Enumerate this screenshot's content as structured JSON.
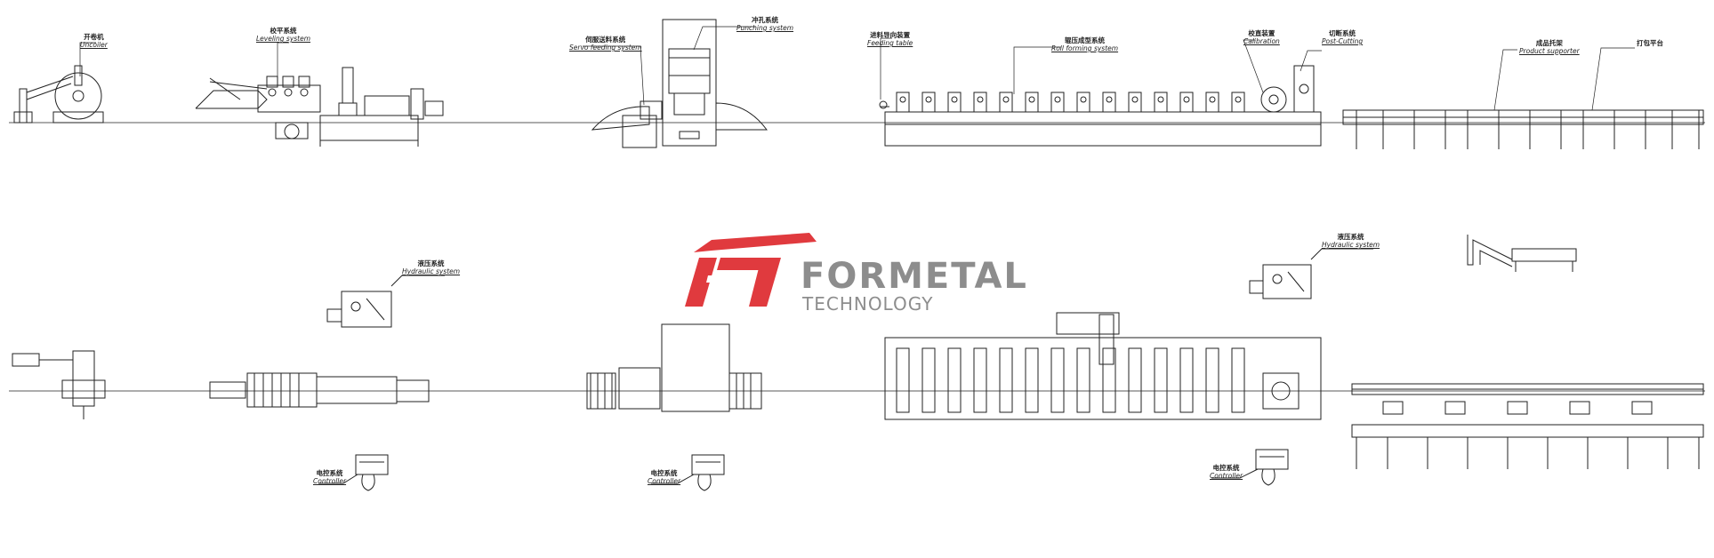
{
  "brand": {
    "name": "FORMETAL",
    "subtitle": "TECHNOLOGY",
    "accent_color": "#e03a3e",
    "text_color": "#8d8d8d"
  },
  "line_color": "#222222",
  "labels": {
    "uncoiler": {
      "cn": "开卷机",
      "en": "Uncoiler"
    },
    "leveling": {
      "cn": "校平系统",
      "en": "Leveling system"
    },
    "servo_feeding": {
      "cn": "伺服送料系统",
      "en": "Servo feeding system"
    },
    "punching": {
      "cn": "冲孔系统",
      "en": "Punching system"
    },
    "feeding_table": {
      "cn": "进料导向装置",
      "en": "Feeding table"
    },
    "roll_forming": {
      "cn": "辊压成型系统",
      "en": "Roll forming system"
    },
    "calibration": {
      "cn": "校直装置",
      "en": "Calibration"
    },
    "post_cutting": {
      "cn": "切断系统",
      "en": "Post-Cutting"
    },
    "product_supporter": {
      "cn": "成品托架",
      "en": "Product supporter"
    },
    "packing_table": {
      "cn": "打包平台",
      "en": ""
    },
    "hydraulic_1": {
      "cn": "液压系统",
      "en": "Hydraulic system"
    },
    "hydraulic_2": {
      "cn": "液压系统",
      "en": "Hydraulic system"
    },
    "controller_1": {
      "cn": "电控系统",
      "en": "Controller"
    },
    "controller_2": {
      "cn": "电控系统",
      "en": "Controller"
    },
    "controller_3": {
      "cn": "电控系统",
      "en": "Controller"
    }
  }
}
